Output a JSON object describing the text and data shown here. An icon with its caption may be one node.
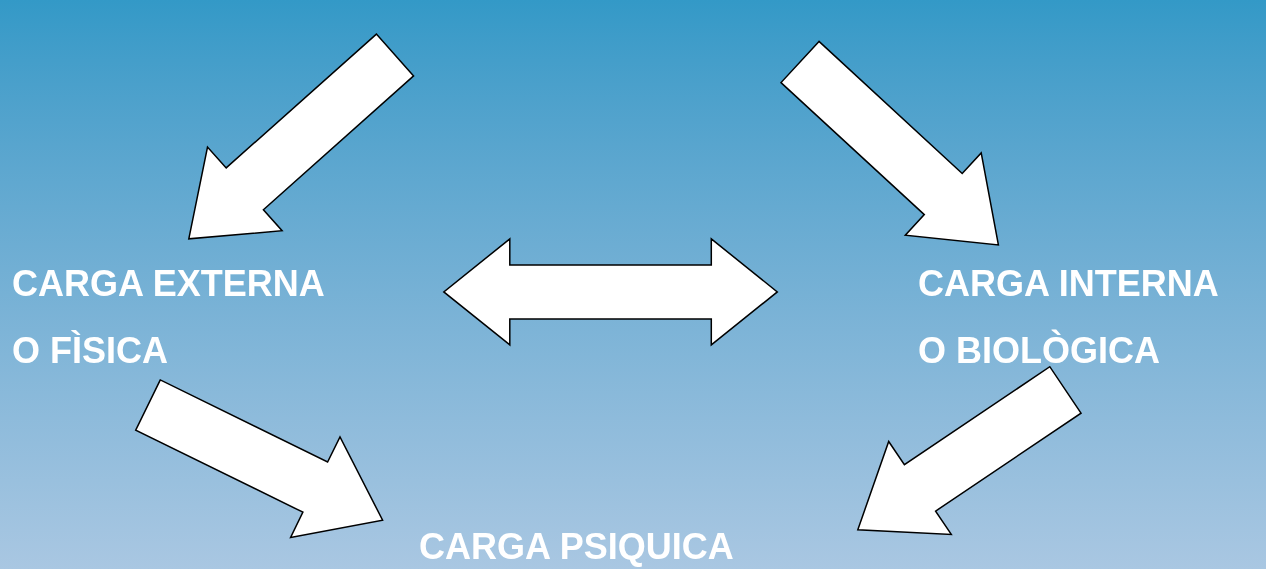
{
  "diagram": {
    "nodes": [
      {
        "text": [
          "CARGA EXTERNA O FÌSICA"
        ]
      },
      {
        "text": [
          "CARGA INTERNA O BIOLÒGICA"
        ]
      },
      {
        "text": [
          "CARGA PSIQUICA"
        ]
      }
    ],
    "edges": [
      {
        "from": null,
        "to": 0,
        "arrow": "to"
      },
      {
        "from": null,
        "to": 1,
        "arrow": "to"
      },
      {
        "from": 0,
        "to": 1,
        "arrow": "both"
      },
      {
        "from": 0,
        "to": 2,
        "arrow": "to"
      },
      {
        "from": 1,
        "to": 2,
        "arrow": "to"
      }
    ]
  }
}
